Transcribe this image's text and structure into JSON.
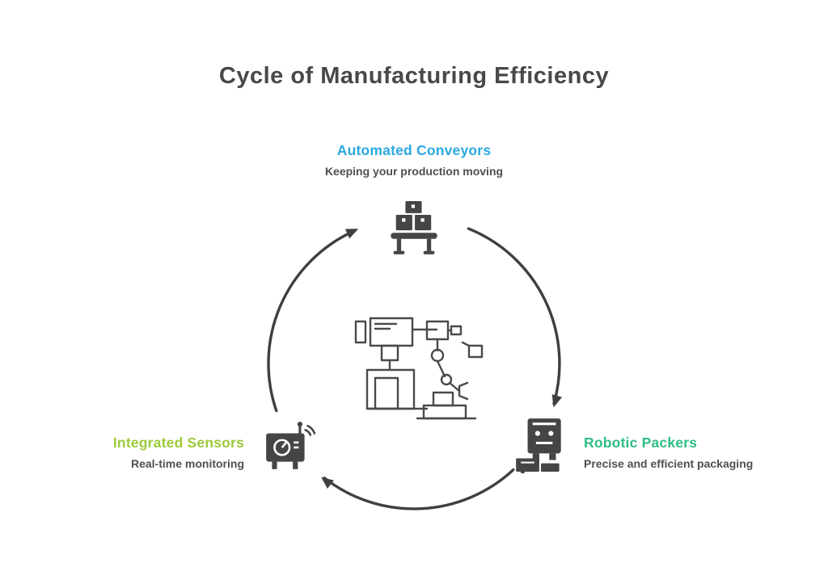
{
  "title": "Cycle of Manufacturing Efficiency",
  "diagram": {
    "type": "cycle",
    "direction": "clockwise",
    "center_illustration": "factory-machinery-and-robot-arm",
    "nodes": [
      {
        "id": "conveyors",
        "position": "top",
        "label": "Automated Conveyors",
        "subtitle": "Keeping your production moving",
        "color": "#2BA9E0",
        "icon": "conveyor-boxes-icon"
      },
      {
        "id": "packers",
        "position": "right",
        "label": "Robotic Packers",
        "subtitle": "Precise and efficient packaging",
        "color": "#2EBD85",
        "icon": "robot-packer-icon"
      },
      {
        "id": "sensors",
        "position": "left",
        "label": "Integrated Sensors",
        "subtitle": "Real-time monitoring",
        "color": "#9CCB3B",
        "icon": "sensor-gauge-icon"
      }
    ]
  },
  "colors": {
    "title": "#484848",
    "subtitle": "#4f4f4f",
    "arrows": "#3f3f3f",
    "icons": "#454545",
    "background": "#ffffff"
  }
}
